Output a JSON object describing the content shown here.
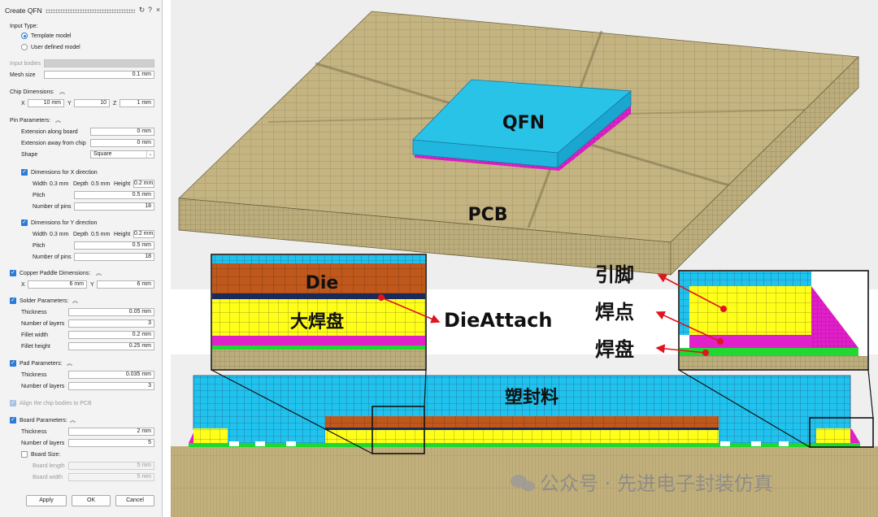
{
  "dialog": {
    "title": "Create QFN",
    "input_type_label": "Input Type:",
    "radio_template": "Template model",
    "radio_user": "User defined model",
    "input_bodies_label": "Input bodies",
    "mesh_size_label": "Mesh size",
    "mesh_size_value": "0.1 mm",
    "chip_dimensions_label": "Chip Dimensions:",
    "chip": {
      "x_label": "X",
      "x": "10 mm",
      "y_label": "Y",
      "y": "10",
      "z_label": "Z",
      "z": "1 mm"
    },
    "pin_parameters_label": "Pin Parameters:",
    "ext_along_label": "Extension along board",
    "ext_along": "0 mm",
    "ext_away_label": "Extension away from chip",
    "ext_away": "0 mm",
    "shape_label": "Shape",
    "shape_value": "Square",
    "dimx_label": "Dimensions for X direction",
    "dimx": {
      "width_label": "Width",
      "width": "0.3 mm",
      "depth_label": "Depth",
      "depth": "0.5 mm",
      "height_label": "Height",
      "height": "0.2 mm",
      "pitch_label": "Pitch",
      "pitch": "0.5 mm",
      "npins_label": "Number of pins",
      "npins": "18"
    },
    "dimy_label": "Dimensions for Y direction",
    "dimy": {
      "width_label": "Width",
      "width": "0.3 mm",
      "depth_label": "Depth",
      "depth": "0.5 mm",
      "height_label": "Height",
      "height": "0.2 mm",
      "pitch_label": "Pitch",
      "pitch": "0.5 mm",
      "npins_label": "Number of pins",
      "npins": "18"
    },
    "copper_label": "Copper Paddle Dimensions:",
    "copper": {
      "x_label": "X",
      "x": "6 mm",
      "y_label": "Y",
      "y": "6 mm"
    },
    "solder_label": "Solder Parameters:",
    "solder": {
      "thickness_label": "Thickness",
      "thickness": "0.05 mm",
      "layers_label": "Number of layers",
      "layers": "3",
      "fw_label": "Fillet width",
      "fw": "0.2 mm",
      "fh_label": "Fillet height",
      "fh": "0.25 mm"
    },
    "pad_label": "Pad Parameters:",
    "pad": {
      "thickness_label": "Thickness",
      "thickness": "0.035 mm",
      "layers_label": "Number of layers",
      "layers": "3"
    },
    "align_label": "Align the chip bodies to PCB",
    "board_label": "Board Parameters:",
    "board": {
      "thickness_label": "Thickness",
      "thickness": "2 mm",
      "layers_label": "Number of layers",
      "layers": "5",
      "size_label": "Board Size:",
      "length_label": "Board length",
      "length": "5 mm",
      "width_label": "Board width",
      "width": "5 mm"
    },
    "apply": "Apply",
    "ok": "OK",
    "cancel": "Cancel"
  },
  "figure": {
    "qfn_label": "QFN",
    "pcb_label": "PCB",
    "die_label": "Die",
    "big_pad_label": "大焊盘",
    "die_attach_label": "DieAttach",
    "lead_label": "引脚",
    "solder_joint_label": "焊点",
    "pad_label": "焊盘",
    "mold_label": "塑封料",
    "watermark": "公众号 · 先进电子封装仿真"
  },
  "colors": {
    "pcb": "#c2b280",
    "qfn": "#29c3e8",
    "die": "#c0581c",
    "solder": "#ffff1a",
    "pin": "#e020c8",
    "pad_green": "#20d830",
    "die_attach": "#1c2a5a",
    "arrow": "#e0141e",
    "accent": "#2b7bd6"
  }
}
